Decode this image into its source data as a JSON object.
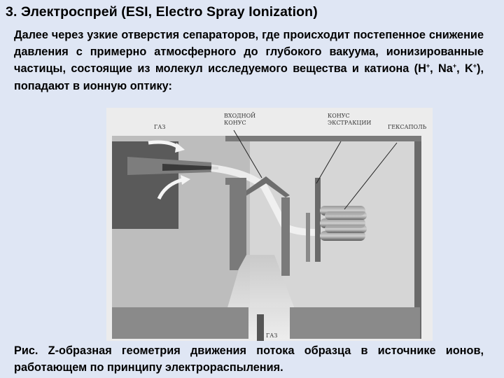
{
  "slide": {
    "title": "3. Электроспрей (ESI, Electro Spray Ionization)",
    "body_part1": "Далее через узкие отверстия сепараторов, где происходит постепенное снижение давления с примерно атмосферного до глубокого вакуума, ионизированные частицы, состоящие из молекул исследуемого вещества и катиона (H",
    "ion1_charge": "+",
    "sep1": ", Na",
    "ion2_charge": "+",
    "sep2": ", K",
    "ion3_charge": "+",
    "body_part2": "), попадают в ионную оптику:"
  },
  "figure": {
    "label_gas_top": "ГАЗ",
    "label_inlet_cone_1": "ВХОДНОЙ",
    "label_inlet_cone_2": "КОНУС",
    "label_extraction_cone_1": "КОНУС",
    "label_extraction_cone_2": "ЭКСТРАКЦИИ",
    "label_hexapole": "ГЕКСАПОЛЬ",
    "label_gas_bottom": "ГАЗ"
  },
  "caption": "Рис. Z-образная геометрия движения потока образца в источнике ионов, работающем по принципу электрораспыления.",
  "colors": {
    "background": "#dfe6f4",
    "figure_background": "#ececec",
    "metal_dark": "#555555",
    "metal_mid": "#8a8a8a"
  }
}
